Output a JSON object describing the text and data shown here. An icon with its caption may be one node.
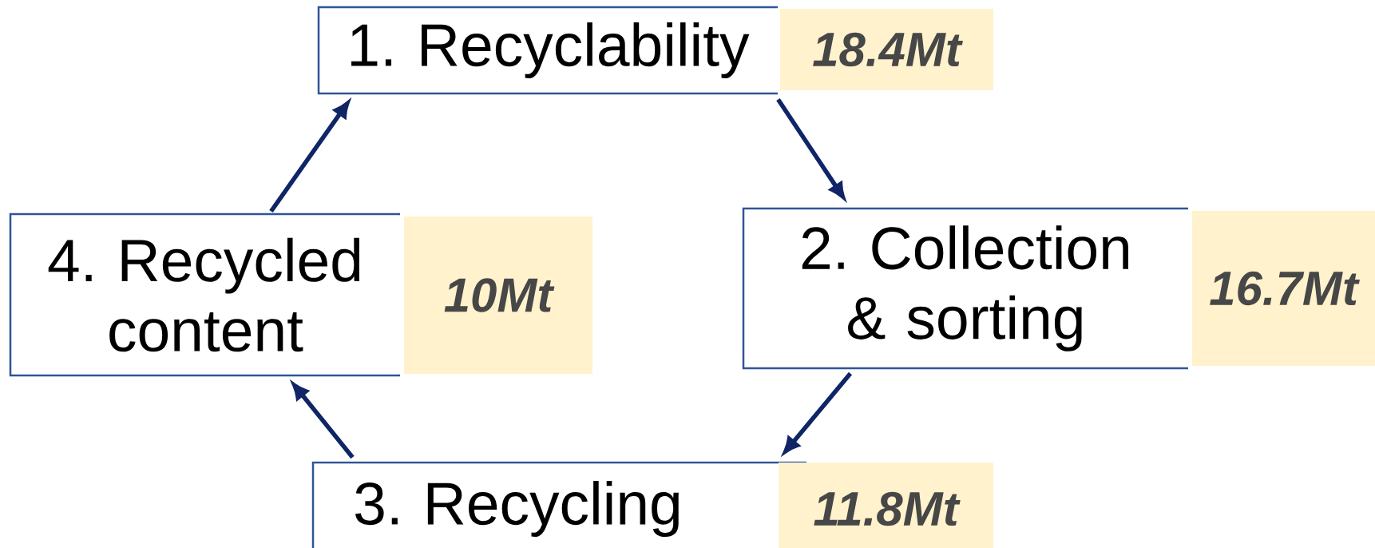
{
  "diagram": {
    "nodes": [
      {
        "text": [
          "1. Recyclability"
        ],
        "beside": [
          "18.4Mt"
        ]
      },
      {
        "text": [
          "2. Collection & sorting"
        ],
        "beside": [
          "16.7Mt"
        ]
      },
      {
        "text": [
          "3. Recycling"
        ],
        "beside": [
          "11.8Mt"
        ]
      },
      {
        "text": [
          "4. Recycled content"
        ],
        "beside": [
          "10Mt"
        ]
      }
    ],
    "edges": [
      {
        "from": 0,
        "to": 1,
        "arrow": "to"
      },
      {
        "from": 1,
        "to": 2,
        "arrow": "to"
      },
      {
        "from": 2,
        "to": 3,
        "arrow": "to"
      },
      {
        "from": 3,
        "to": 0,
        "arrow": "to"
      }
    ]
  }
}
